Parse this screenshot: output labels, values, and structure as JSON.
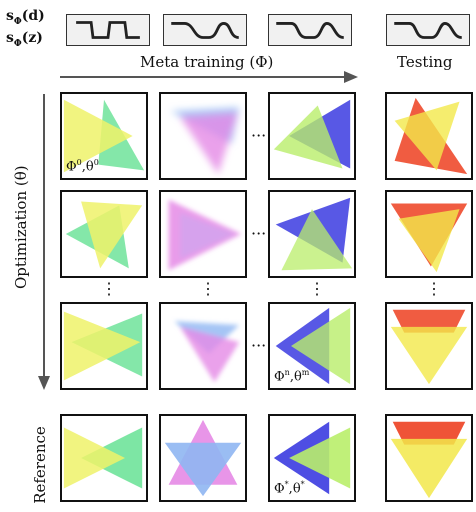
{
  "labels": {
    "s_phi_d": "s",
    "s_phi_d_sub": "Φ",
    "s_phi_d_arg": "(d)",
    "s_phi_z": "s",
    "s_phi_z_sub": "Φ",
    "s_phi_z_arg": "(z)",
    "meta_training": "Meta training (Φ)",
    "testing": "Testing",
    "optimization": "Optimization (θ)",
    "reference": "Reference",
    "ellipsis_h": "···",
    "ellipsis_v": "⋮"
  },
  "cell_labels": {
    "initial": {
      "phi": "Φ",
      "phi_sup": "0",
      "theta": "θ",
      "theta_sup": "0"
    },
    "final": {
      "phi": "Φ",
      "phi_sup": "n",
      "theta": "θ",
      "theta_sup": "m"
    },
    "reference": {
      "phi": "Φ",
      "phi_sup": "*",
      "theta": "θ",
      "theta_sup": "*"
    }
  },
  "colors": {
    "yellow": "#eef26a",
    "green": "#6fe39a",
    "blue": "#3b3be0",
    "pink": "#e58ae6",
    "light_blue": "#8fb6f2",
    "red": "#ee4a2c",
    "lime": "#b9ee6a"
  }
}
